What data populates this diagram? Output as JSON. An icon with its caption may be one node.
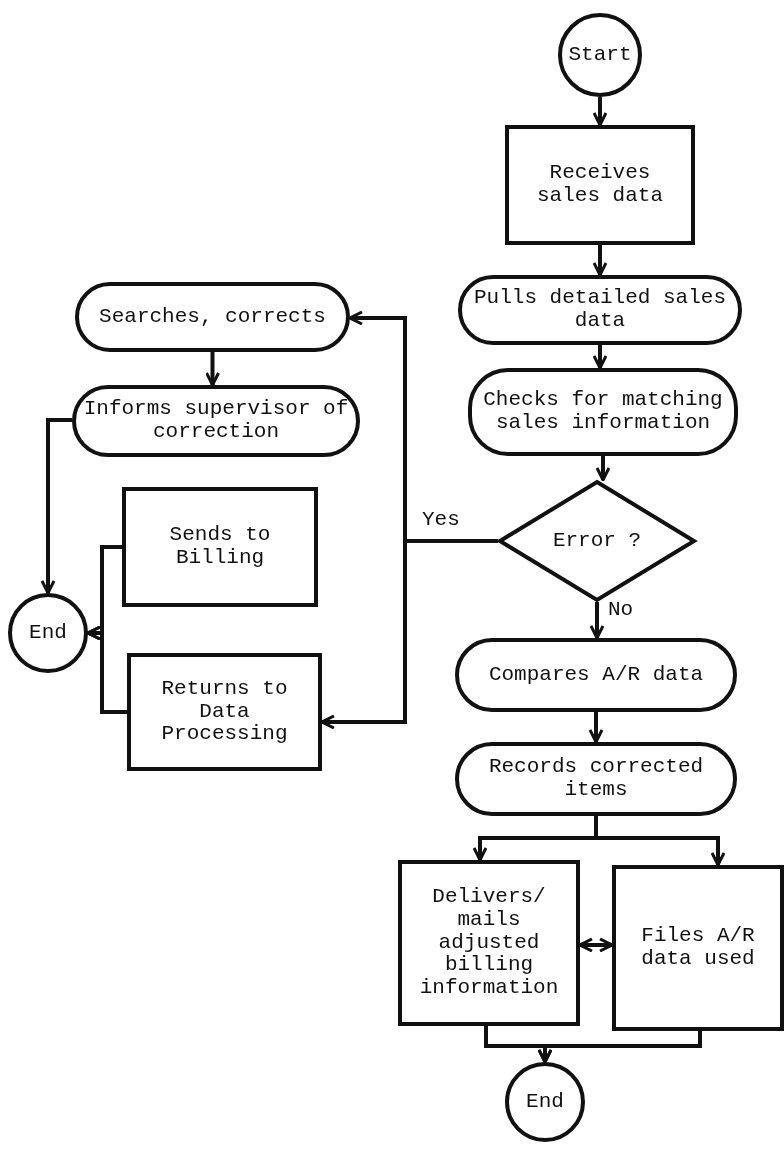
{
  "diagram": {
    "nodes": [
      {
        "text": [
          "Start"
        ]
      },
      {
        "text": [
          "Receives sales data"
        ]
      },
      {
        "text": [
          "Pulls detailed sales data"
        ]
      },
      {
        "text": [
          "Checks for matching sales information"
        ]
      },
      {
        "text": [
          "Error ?"
        ]
      },
      {
        "text": [
          "Compares A/R data"
        ]
      },
      {
        "text": [
          "Records corrected items"
        ]
      },
      {
        "text": [
          "Delivers/ mails adjusted billing information"
        ]
      },
      {
        "text": [
          "Files A/R data used"
        ]
      },
      {
        "text": [
          "End"
        ]
      },
      {
        "text": [
          "Searches, corrects"
        ]
      },
      {
        "text": [
          "Informs supervisor of correction"
        ]
      },
      {
        "text": [
          "Sends to Billing"
        ]
      },
      {
        "text": [
          "Returns to Data Processing"
        ]
      },
      {
        "text": [
          "End"
        ]
      }
    ],
    "edges": [
      {
        "from": 0,
        "to": 1,
        "arrow": "to"
      },
      {
        "from": 1,
        "to": 2,
        "arrow": "to"
      },
      {
        "from": 2,
        "to": 3,
        "arrow": "to"
      },
      {
        "from": 3,
        "to": 4,
        "arrow": "to"
      },
      {
        "from": 4,
        "to": 10,
        "arrow": "to",
        "label": "Yes"
      },
      {
        "from": 4,
        "to": 13,
        "arrow": "to"
      },
      {
        "from": 4,
        "to": 5,
        "arrow": "to",
        "label": "No"
      },
      {
        "from": 5,
        "to": 6,
        "arrow": "to"
      },
      {
        "from": 6,
        "to": 7,
        "arrow": "to"
      },
      {
        "from": 6,
        "to": 8,
        "arrow": "to"
      },
      {
        "from": 7,
        "to": 8,
        "arrow": "both"
      },
      {
        "from": 7,
        "to": 9,
        "arrow": "to"
      },
      {
        "from": 8,
        "to": 9,
        "arrow": "to"
      },
      {
        "from": 10,
        "to": 11,
        "arrow": "to"
      },
      {
        "from": 11,
        "to": 14,
        "arrow": "to"
      },
      {
        "from": 12,
        "to": 14,
        "arrow": "to"
      },
      {
        "from": 13,
        "to": 14,
        "arrow": "to"
      }
    ]
  }
}
